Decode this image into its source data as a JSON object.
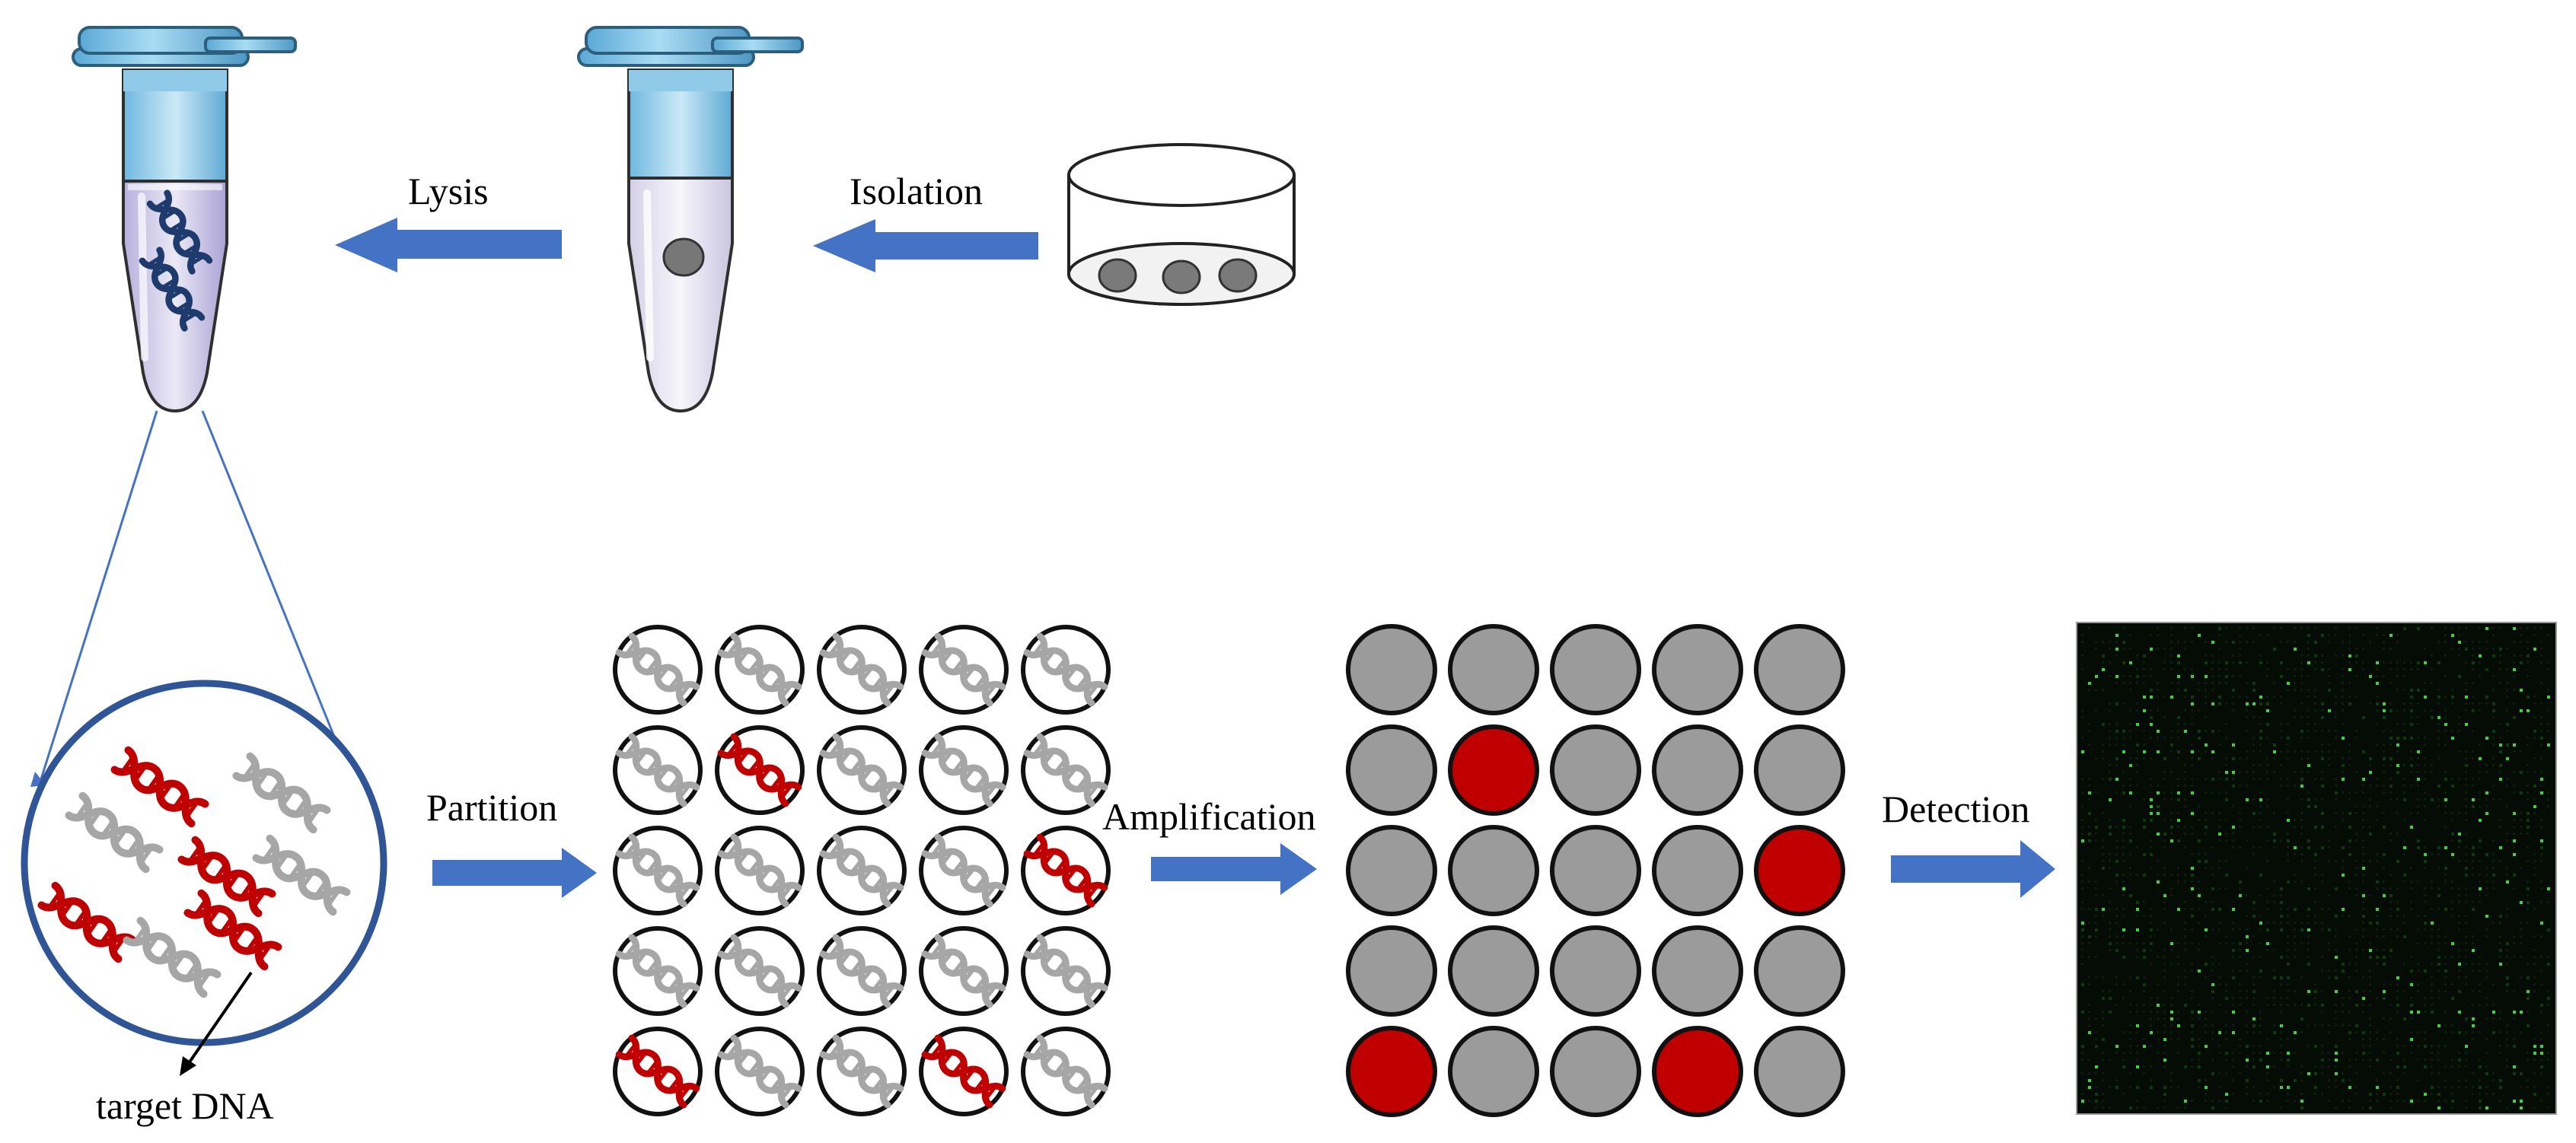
{
  "labels": {
    "lysis": "Lysis",
    "isolation": "Isolation",
    "partition": "Partition",
    "amplification": "Amplification",
    "detection": "Detection",
    "target_dna": "target DNA"
  },
  "colors": {
    "arrow": "#4472c4",
    "target_dna": "#c00000",
    "other_dna": "#a6a6a6",
    "droplet_negative": "#9b9b9b",
    "droplet_positive": "#c00000",
    "zoom_circle": "#2f5597",
    "detection_bg": "#050c05",
    "detection_dot": "#3cd43c",
    "tube_cap": "#7ec3e6",
    "tube_liquid": "#c9c4e6"
  },
  "partition_grid": [
    [
      0,
      0,
      0,
      0,
      0
    ],
    [
      0,
      1,
      0,
      0,
      0
    ],
    [
      0,
      0,
      0,
      0,
      1
    ],
    [
      0,
      0,
      0,
      0,
      0
    ],
    [
      1,
      0,
      0,
      1,
      0
    ]
  ],
  "amplification_grid": [
    [
      0,
      0,
      0,
      0,
      0
    ],
    [
      0,
      1,
      0,
      0,
      0
    ],
    [
      0,
      0,
      0,
      0,
      1
    ],
    [
      0,
      0,
      0,
      0,
      0
    ],
    [
      1,
      0,
      0,
      1,
      0
    ]
  ]
}
